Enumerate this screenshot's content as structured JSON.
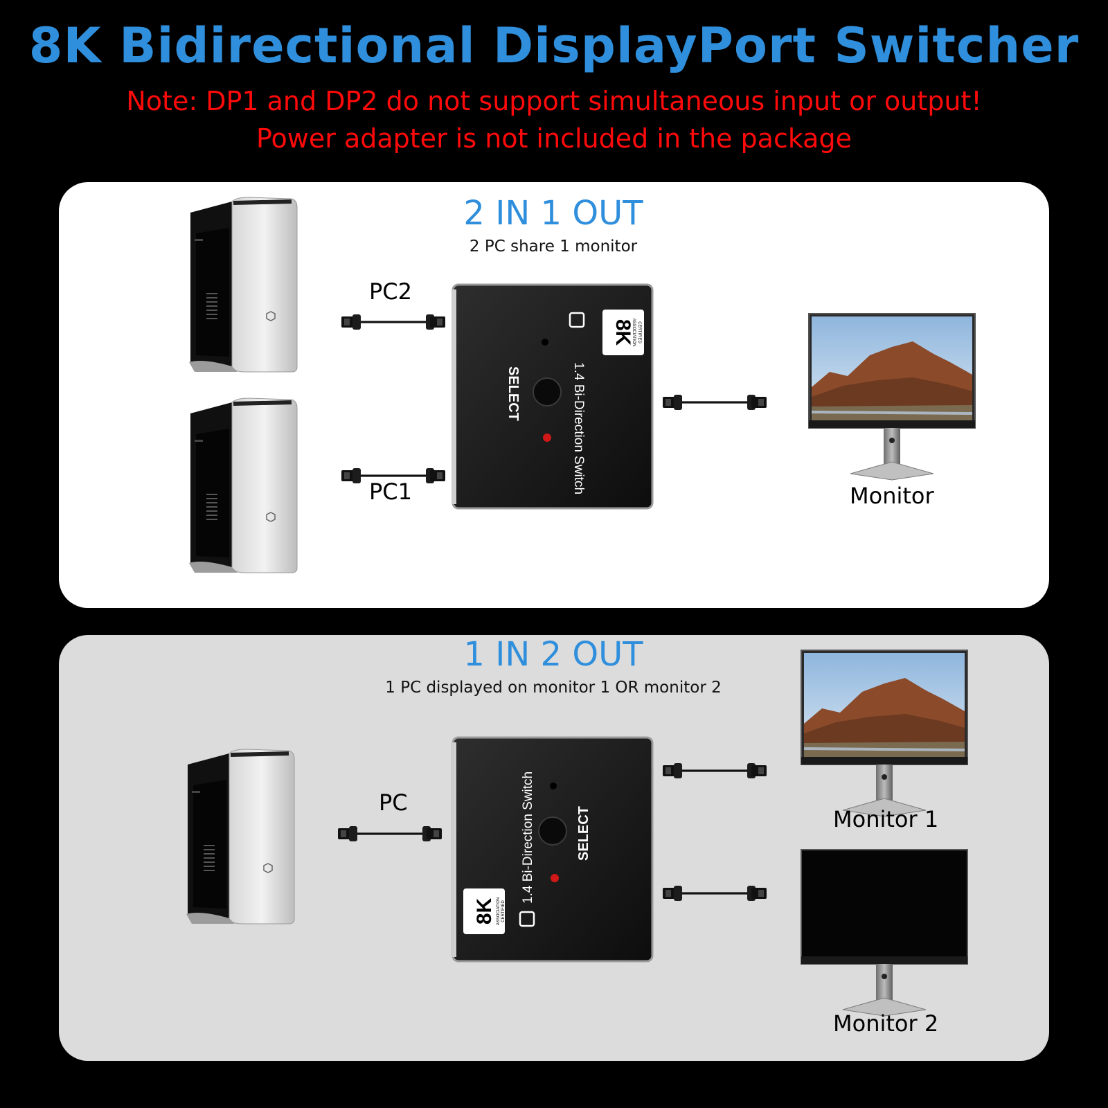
{
  "header": {
    "title": "8K Bidirectional DisplayPort Switcher",
    "note_line1": "Note: DP1 and DP2 do not support simultaneous input or output!",
    "note_line2": "Power adapter is not included in the package"
  },
  "switch_device": {
    "brand_text": "1.4 Bi-Direction Switch",
    "select_label": "SELECT",
    "badge_main": "8K",
    "badge_line1": "ASSOCIATION",
    "badge_line2": "CERTIFIED"
  },
  "mode_2in1out": {
    "title": "2 IN 1 OUT",
    "subtitle": "2 PC share 1 monitor",
    "pc_top_label": "PC2",
    "pc_bottom_label": "PC1",
    "monitor_label": "Monitor"
  },
  "mode_1in2out": {
    "title": "1 IN 2 OUT",
    "subtitle": "1 PC displayed on monitor 1 OR monitor 2",
    "pc_label": "PC",
    "monitor1_label": "Monitor 1",
    "monitor2_label": "Monitor 2"
  },
  "colors": {
    "title_blue": "#2f8fdc",
    "note_red": "#ff0a0a",
    "background": "#000000"
  }
}
